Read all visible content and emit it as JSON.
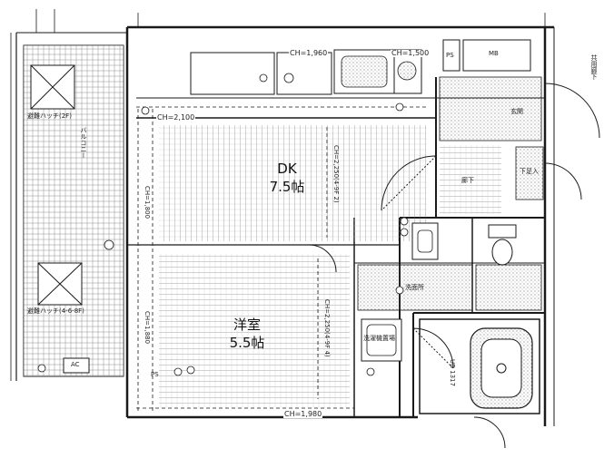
{
  "rooms": {
    "dk": {
      "name": "DK",
      "size": "7.5帖"
    },
    "western": {
      "name": "洋室",
      "size": "5.5帖"
    }
  },
  "ceiling_heights": {
    "top_left": "CH=2,100",
    "top_kitchen": "CH=1,960",
    "top_right": "CH=1,500",
    "dk_side": "CH=1,800",
    "western_side": "CH=1,880",
    "bottom": "CH=1,980",
    "dk_center": "CH=2,250(4-9F 2)",
    "western_center": "CH=2,250(4-9F 4)"
  },
  "small_labels": {
    "ps_top": "PS",
    "ps_bottom": "PS",
    "entrance": "玄関",
    "corridor": "廊下",
    "washroom": "洗面所",
    "ub": "UB 1317",
    "laundry": "洗濯機置場",
    "mb": "MB",
    "shoes": "下足入",
    "balcony": "バルコニー",
    "hatch_top": "避難ハッチ(2F)",
    "hatch_bottom": "避難ハッチ(4-6-8F)",
    "ac": "AC",
    "shared_corridor": "共用廊下"
  },
  "colors": {
    "line": "#1a1a1a",
    "hatch": "#555555",
    "tile_dot": "#777777"
  }
}
